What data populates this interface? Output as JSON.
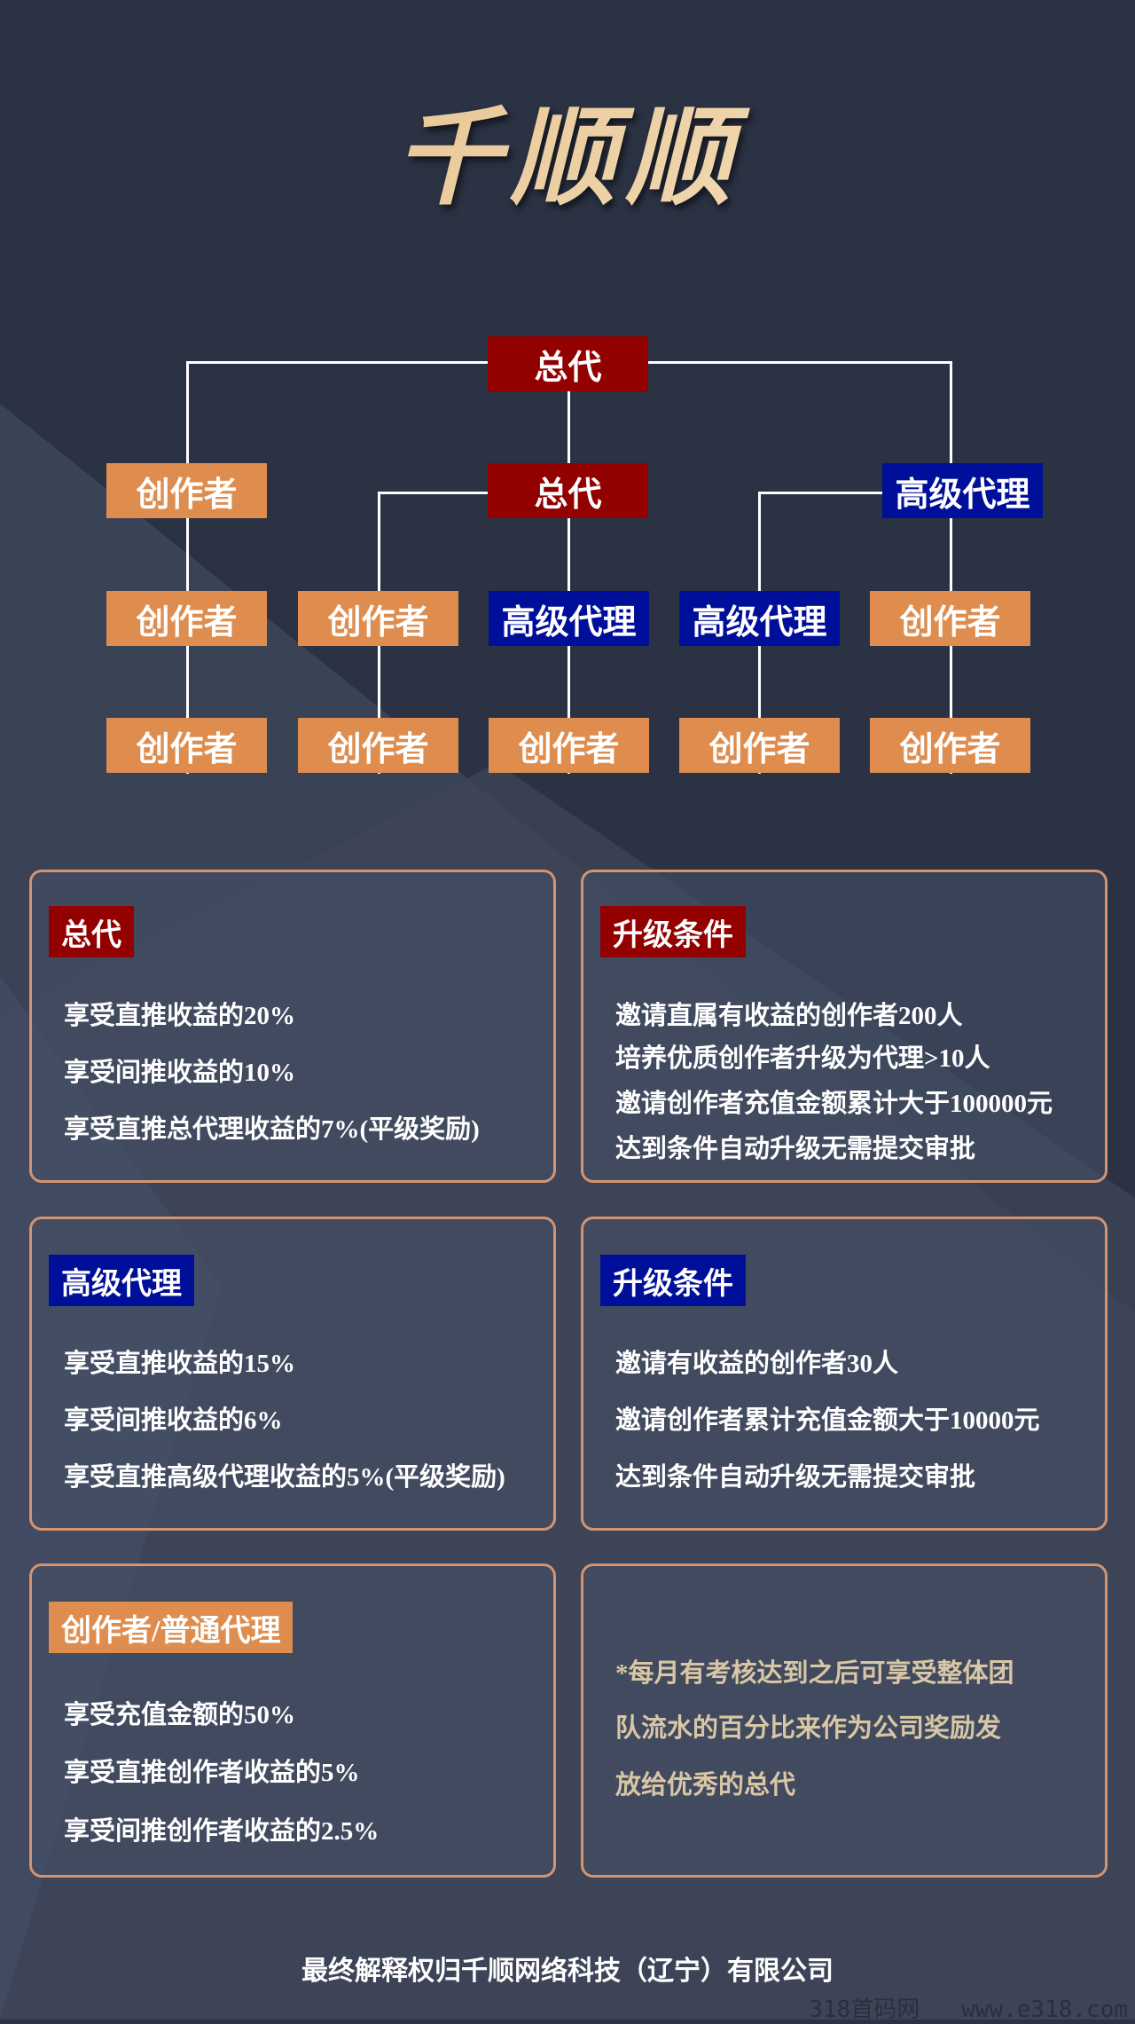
{
  "title": "千顺顺",
  "colors": {
    "creator": "#df8c4f",
    "general_agent": "#930000",
    "senior_agent": "#000f9a",
    "card_border": "#d49470",
    "note": "#d8c6a4"
  },
  "tree": {
    "root": "总代",
    "row2": [
      "创作者",
      "总代",
      "高级代理"
    ],
    "row3": [
      "创作者",
      "创作者",
      "高级代理",
      "高级代理",
      "创作者"
    ],
    "row4": [
      "创作者",
      "创作者",
      "创作者",
      "创作者",
      "创作者"
    ]
  },
  "cards": {
    "general": {
      "label": "总代",
      "lines": [
        "享受直推收益的20%",
        "享受间推收益的10%",
        "享受直推总代理收益的7%(平级奖励)"
      ]
    },
    "general_upgrade": {
      "label": "升级条件",
      "lines": [
        "邀请直属有收益的创作者200人",
        "培养优质创作者升级为代理>10人",
        "邀请创作者充值金额累计大于100000元",
        "达到条件自动升级无需提交审批"
      ]
    },
    "senior": {
      "label": "高级代理",
      "lines": [
        "享受直推收益的15%",
        "享受间推收益的6%",
        "享受直推高级代理收益的5%(平级奖励)"
      ]
    },
    "senior_upgrade": {
      "label": "升级条件",
      "lines": [
        "邀请有收益的创作者30人",
        "邀请创作者累计充值金额大于10000元",
        "达到条件自动升级无需提交审批"
      ]
    },
    "creator": {
      "label": "创作者/普通代理",
      "lines": [
        "享受充值金额的50%",
        "享受直推创作者收益的5%",
        "享受间推创作者收益的2.5%"
      ]
    },
    "note": {
      "lines": [
        "*每月有考核达到之后可享受整体团",
        "队流水的百分比来作为公司奖励发",
        "放给优秀的总代"
      ]
    }
  },
  "footer": "最终解释权归千顺网络科技（辽宁）有限公司",
  "watermark": "318首码网   www.e318.com"
}
